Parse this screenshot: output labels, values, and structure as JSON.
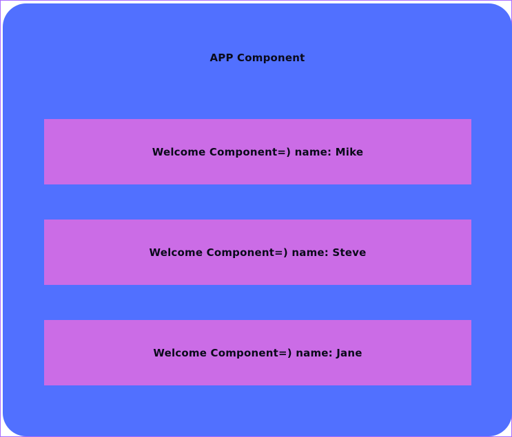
{
  "app": {
    "title": "APP Component",
    "background_color": "#5170ff"
  },
  "welcome_components": [
    {
      "prefix": "Welcome Component=) name: ",
      "name": "Mike"
    },
    {
      "prefix": "Welcome Component=) name: ",
      "name": "Steve"
    },
    {
      "prefix": "Welcome Component=) name: ",
      "name": "Jane"
    }
  ],
  "colors": {
    "frame_border": "#a66bff",
    "welcome_background": "#cb6ce6",
    "text": "#0a0a1a"
  }
}
